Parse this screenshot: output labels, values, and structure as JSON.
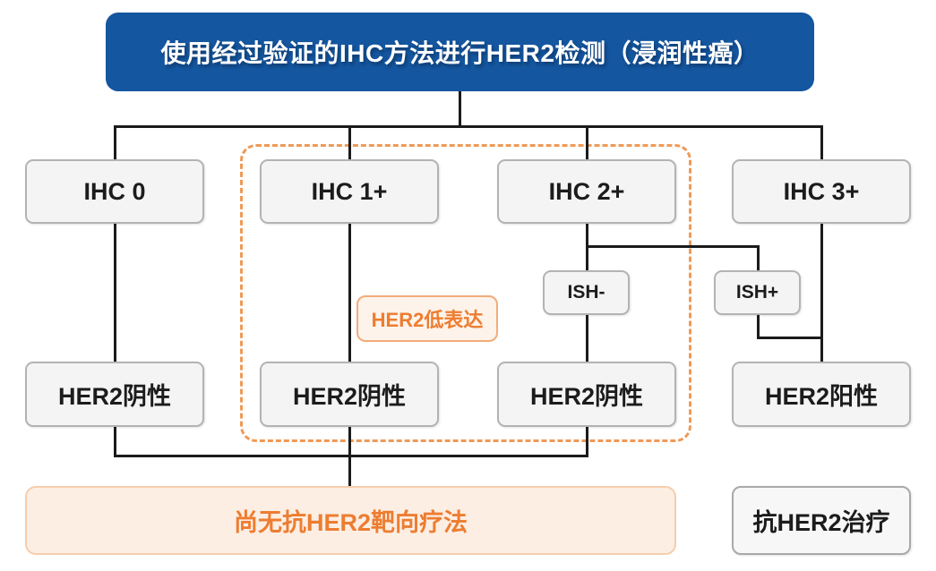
{
  "banner": {
    "label": "使用经过验证的IHC方法进行HER2检测（浸润性癌）"
  },
  "ihc_nodes": [
    {
      "label": "IHC 0"
    },
    {
      "label": "IHC 1+"
    },
    {
      "label": "IHC 2+"
    },
    {
      "label": "IHC 3+"
    }
  ],
  "ish_nodes": [
    {
      "label": "ISH-"
    },
    {
      "label": "ISH+"
    }
  ],
  "her2_low": {
    "label": "HER2低表达"
  },
  "result_nodes": [
    {
      "label": "HER2阴性"
    },
    {
      "label": "HER2阴性"
    },
    {
      "label": "HER2阴性"
    },
    {
      "label": "HER2阳性"
    }
  ],
  "outcomes": {
    "no_therapy": "尚无抗HER2靶向疗法",
    "anti_her2": "抗HER2治疗"
  },
  "colors": {
    "banner_bg": "#14569F",
    "banner_text": "#FFFFFF",
    "node_fill": "#F4F4F4",
    "node_border": "#B3B3B3",
    "dashed_frame": "#EF9A57",
    "accent_orange": "#ED7D31",
    "her2_low_fill": "#FDF3EA",
    "her2_low_border": "#F2AC79",
    "outcome_fill": "#FCEEE3",
    "outcome_border": "#F6CDAC",
    "connector": "#1B1B1B"
  }
}
